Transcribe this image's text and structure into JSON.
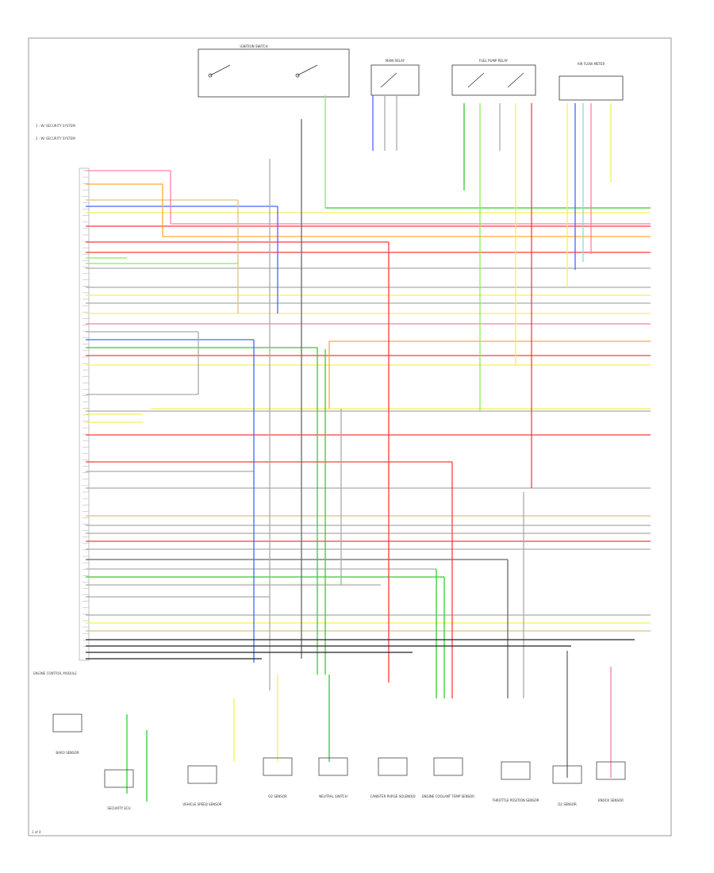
{
  "diagram": {
    "legend": [
      "1 : W/ SECURITY SYSTEM",
      "2 : W/ SECURITY SYSTEM"
    ],
    "ecm_block_label": "ENGINE CONTROL MODULE",
    "page_code": "1 of 4",
    "top_components": [
      "IGNITION SWITCH",
      "MAIN RELAY",
      "FUEL PUMP RELAY",
      "AIR FLOW METER"
    ],
    "bottom_components": [
      "BARO SENSOR",
      "SECURITY ECU",
      "VEHICLE SPEED SENSOR",
      "O2 SENSOR",
      "NEUTRAL SWITCH",
      "CANISTER PURGE SOLENOID",
      "ENGINE COOLANT TEMP SENSOR",
      "THROTTLE POSITION SENSOR",
      "O2 SENSOR",
      "KNOCK SENSOR"
    ],
    "wire_colors": {
      "pink": "#ff7fa0",
      "red": "#ff3b3b",
      "yellow": "#f5f055",
      "orange": "#ffaa33",
      "blue": "#4466ff",
      "green": "#33cc33",
      "light_green": "#88ee55",
      "cyan": "#88dddd",
      "gray": "#aaaaaa",
      "dark_gray": "#666666",
      "tan": "#d8c488",
      "black": "#222222",
      "violet": "#bb88cc"
    }
  }
}
